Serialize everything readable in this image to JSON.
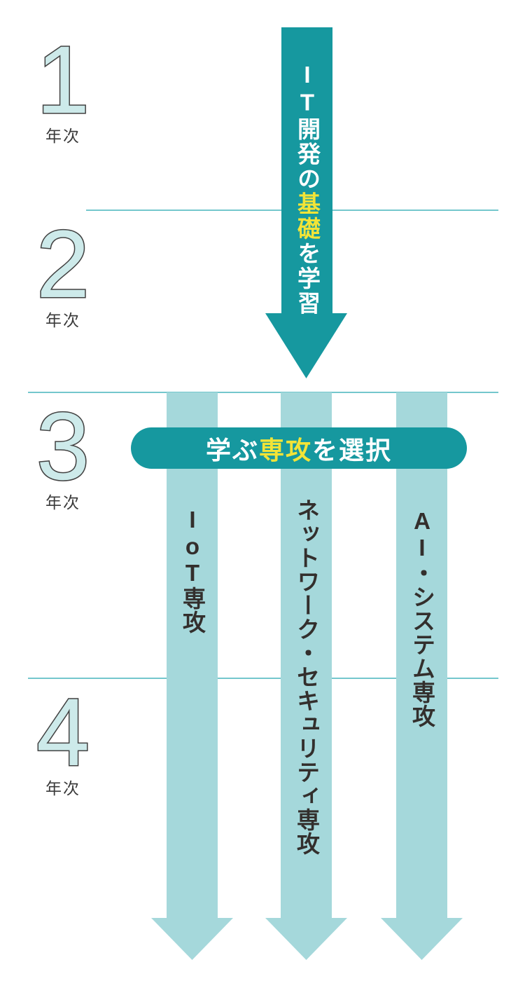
{
  "years": [
    {
      "number": "1",
      "suffix": "年次"
    },
    {
      "number": "2",
      "suffix": "年次"
    },
    {
      "number": "3",
      "suffix": "年次"
    },
    {
      "number": "4",
      "suffix": "年次"
    }
  ],
  "main_arrow": {
    "before": "IT開発の",
    "highlight": "基礎",
    "after": "を学習"
  },
  "selection_pill": {
    "before": "学ぶ",
    "highlight": "専攻",
    "after": "を選択"
  },
  "tracks": [
    {
      "name": "IoT専攻"
    },
    {
      "name": "ネットワーク・セキュリティ専攻"
    },
    {
      "name": "AI・システム専攻"
    }
  ],
  "colors": {
    "teal": "#16989f",
    "light_teal": "#a5d8db",
    "highlight_yellow": "#f2e437",
    "numeral_fill": "#cdeaea",
    "numeral_outline": "#414141",
    "dark_text": "#332f2d",
    "divider_line": "#74c7cd"
  }
}
